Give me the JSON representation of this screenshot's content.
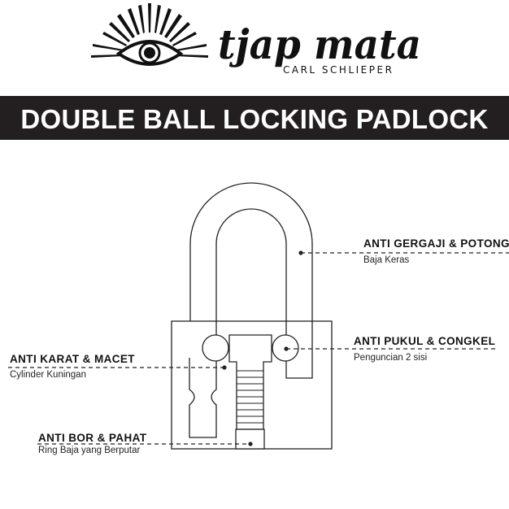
{
  "brand": {
    "name": "tjap mata",
    "maker": "CARL SCHLIEPER",
    "logo_icon": "eye-with-rays-icon"
  },
  "banner": {
    "title": "DOUBLE BALL LOCKING PADLOCK",
    "background": "#231f20",
    "text_color": "#ffffff"
  },
  "callouts": {
    "shackle": {
      "title": "ANTI GERGAJI & POTONG",
      "subtitle": "Baja Keras"
    },
    "balls": {
      "title": "ANTI PUKUL & CONGKEL",
      "subtitle": "Penguncian 2 sisi"
    },
    "cylinder": {
      "title": "ANTI KARAT & MACET",
      "subtitle": "Cylinder Kuningan"
    },
    "ring": {
      "title": "ANTI BOR & PAHAT",
      "subtitle": "Ring Baja yang Berputar"
    }
  }
}
